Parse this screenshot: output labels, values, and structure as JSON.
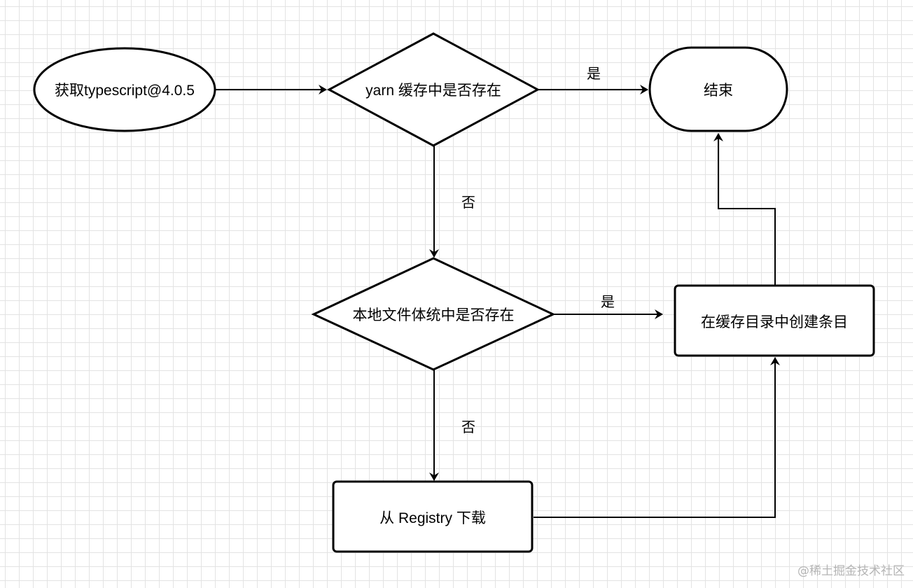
{
  "nodes": {
    "start": "获取typescript@4.0.5",
    "decision_yarn_cache": "yarn 缓存中是否存在",
    "end": "结束",
    "decision_local_fs": "本地文件体统中是否存在",
    "create_cache_entry": "在缓存目录中创建条目",
    "download_registry": "从 Registry 下载"
  },
  "edges": {
    "yarn_cache_yes": "是",
    "yarn_cache_no": "否",
    "local_fs_yes": "是",
    "local_fs_no": "否"
  },
  "watermark": "@稀土掘金技术社区",
  "colors": {
    "stroke": "#000000",
    "grid": "#e3e3e3",
    "background": "#ffffff"
  }
}
